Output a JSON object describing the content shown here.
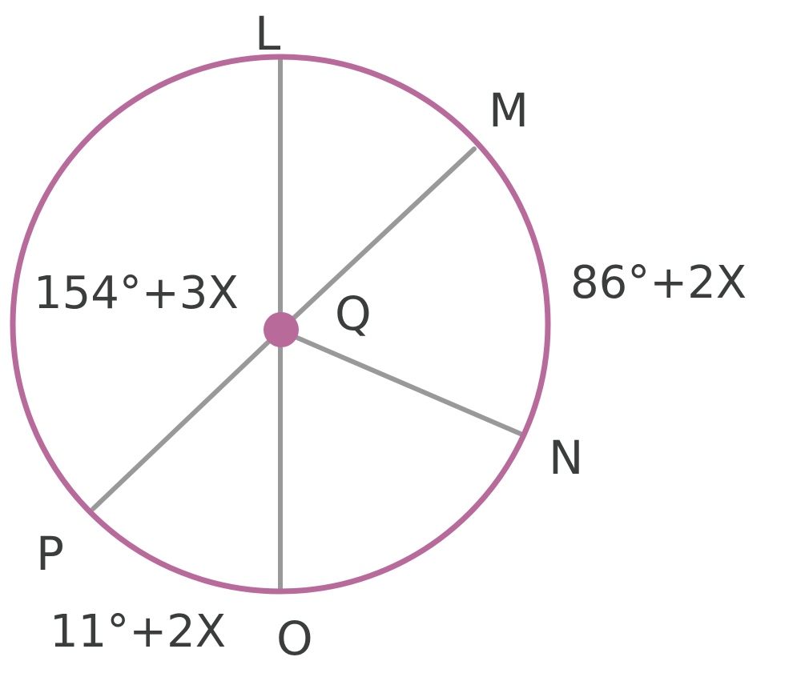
{
  "colors": {
    "circle": "#b86a9b",
    "radius": "#999999",
    "center": "#b86a9b",
    "text": "#3b3d3d"
  },
  "points": {
    "L": "L",
    "M": "M",
    "N": "N",
    "O": "O",
    "P": "P",
    "Q": "Q"
  },
  "arcs": {
    "LP": "154°+3X",
    "MN": "86°+2X",
    "PO": "11°+2X"
  }
}
